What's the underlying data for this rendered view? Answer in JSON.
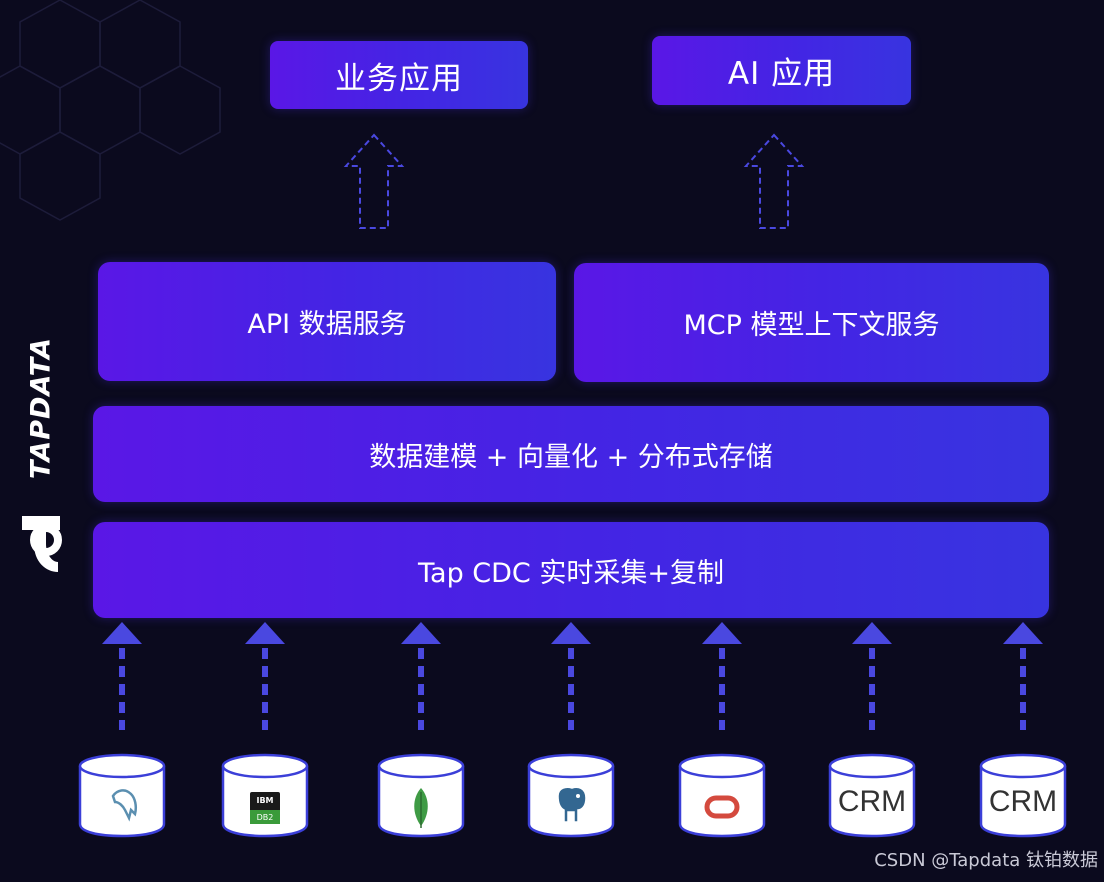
{
  "top_apps": [
    "业务应用",
    "AI 应用"
  ],
  "services": [
    "API 数据服务",
    "MCP 模型上下文服务"
  ],
  "modeling_layer": "数据建模 + 向量化 + 分布式存储",
  "cdc_layer": "Tap CDC 实时采集+复制",
  "logo": {
    "text": "TAPDATA"
  },
  "sources": [
    {
      "icon": "mysql-dolphin-icon",
      "label": ""
    },
    {
      "icon": "ibm-db2-icon",
      "label": ""
    },
    {
      "icon": "mongodb-leaf-icon",
      "label": ""
    },
    {
      "icon": "postgresql-elephant-icon",
      "label": ""
    },
    {
      "icon": "oracle-icon",
      "label": ""
    },
    {
      "icon": "crm-icon",
      "label": "CRM"
    },
    {
      "icon": "crm-icon",
      "label": "CRM"
    }
  ],
  "watermark": "CSDN @Tapdata 钛铂数据",
  "colors": {
    "background": "#0b0a1e",
    "box_start": "#5a17e6",
    "box_end": "#3834e0",
    "arrow": "#4a48e0"
  }
}
